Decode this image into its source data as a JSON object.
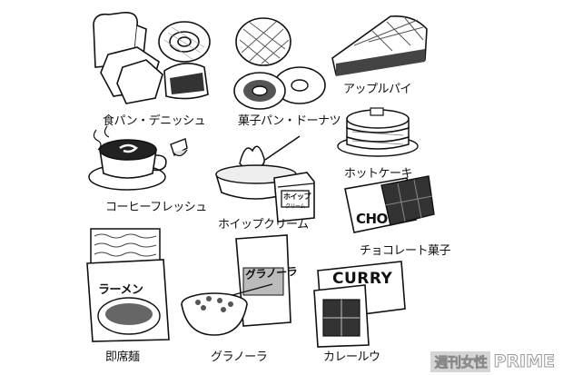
{
  "items": [
    {
      "label": "食パン・デニッシュ"
    },
    {
      "label": "菓子パン・ドーナツ"
    },
    {
      "label": "アップルパイ"
    },
    {
      "label": "コーヒーフレッシュ"
    },
    {
      "label": "ホイップクリーム"
    },
    {
      "label": "ホットケーキ"
    },
    {
      "label": "チョコレート菓子"
    },
    {
      "label": "即席麺"
    },
    {
      "label": "グラノーラ"
    },
    {
      "label": "カレールウ"
    }
  ],
  "package_text": {
    "whip": "ホイップ",
    "whip_sub": "クリーム",
    "choco": "CHO",
    "ramen": "ラーメン",
    "granola": "グラノーラ",
    "curry": "CURRY"
  },
  "watermark": {
    "jp": "週刊女性",
    "en": "PRIME"
  }
}
